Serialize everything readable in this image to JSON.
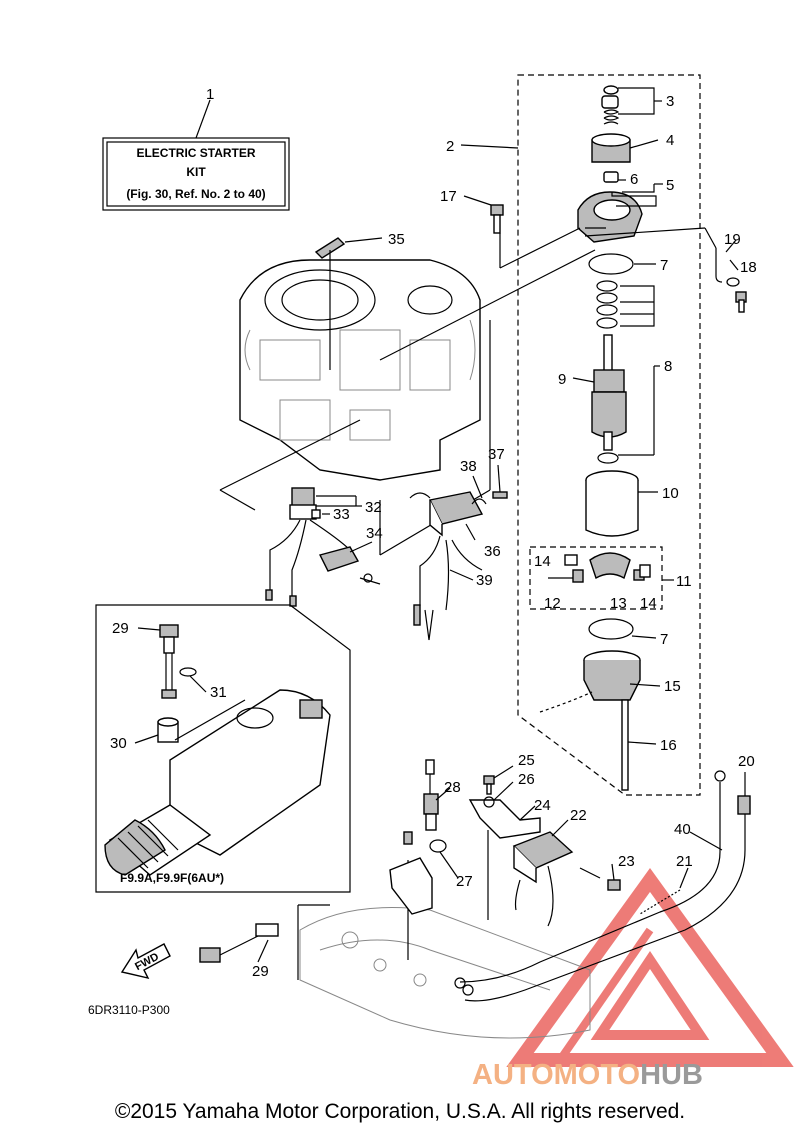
{
  "kit_box": {
    "line1": "ELECTRIC STARTER",
    "line2": "KIT",
    "line3": "(Fig. 30, Ref. No. 2 to 40)"
  },
  "callouts": [
    {
      "id": "c1",
      "text": "1"
    },
    {
      "id": "c2",
      "text": "2"
    },
    {
      "id": "c3",
      "text": "3"
    },
    {
      "id": "c4",
      "text": "4"
    },
    {
      "id": "c5",
      "text": "5"
    },
    {
      "id": "c6",
      "text": "6"
    },
    {
      "id": "c17",
      "text": "17"
    },
    {
      "id": "c35",
      "text": "35"
    },
    {
      "id": "c19",
      "text": "19"
    },
    {
      "id": "c18",
      "text": "18"
    },
    {
      "id": "c7a",
      "text": "7"
    },
    {
      "id": "c8",
      "text": "8"
    },
    {
      "id": "c9",
      "text": "9"
    },
    {
      "id": "c37",
      "text": "37"
    },
    {
      "id": "c38",
      "text": "38"
    },
    {
      "id": "c10",
      "text": "10"
    },
    {
      "id": "c32",
      "text": "32"
    },
    {
      "id": "c33",
      "text": "33"
    },
    {
      "id": "c34",
      "text": "34"
    },
    {
      "id": "c36",
      "text": "36"
    },
    {
      "id": "c14a",
      "text": "14"
    },
    {
      "id": "c11",
      "text": "11"
    },
    {
      "id": "c39",
      "text": "39"
    },
    {
      "id": "c12",
      "text": "12"
    },
    {
      "id": "c13",
      "text": "13"
    },
    {
      "id": "c14b",
      "text": "14"
    },
    {
      "id": "c29a",
      "text": "29"
    },
    {
      "id": "c7b",
      "text": "7"
    },
    {
      "id": "c15",
      "text": "15"
    },
    {
      "id": "c31",
      "text": "31"
    },
    {
      "id": "c30",
      "text": "30"
    },
    {
      "id": "c16",
      "text": "16"
    },
    {
      "id": "c25",
      "text": "25"
    },
    {
      "id": "c20",
      "text": "20"
    },
    {
      "id": "c26",
      "text": "26"
    },
    {
      "id": "c28",
      "text": "28"
    },
    {
      "id": "c24",
      "text": "24"
    },
    {
      "id": "c22",
      "text": "22"
    },
    {
      "id": "c40",
      "text": "40"
    },
    {
      "id": "c23",
      "text": "23"
    },
    {
      "id": "c21",
      "text": "21"
    },
    {
      "id": "c27",
      "text": "27"
    },
    {
      "id": "c29b",
      "text": "29"
    }
  ],
  "model_note": "F9.9A,F9.9F(6AU*)",
  "fwd_label": "FWD",
  "diagram_code": "6DR3110-P300",
  "watermark": {
    "part1": "AUTOMOTO",
    "part2": "HUB",
    "color1": "#f4b183",
    "color2": "#9a9a9a",
    "triangle_color": "#e8504a"
  },
  "copyright": "©2015 Yamaha Motor Corporation, U.S.A. All rights reserved."
}
